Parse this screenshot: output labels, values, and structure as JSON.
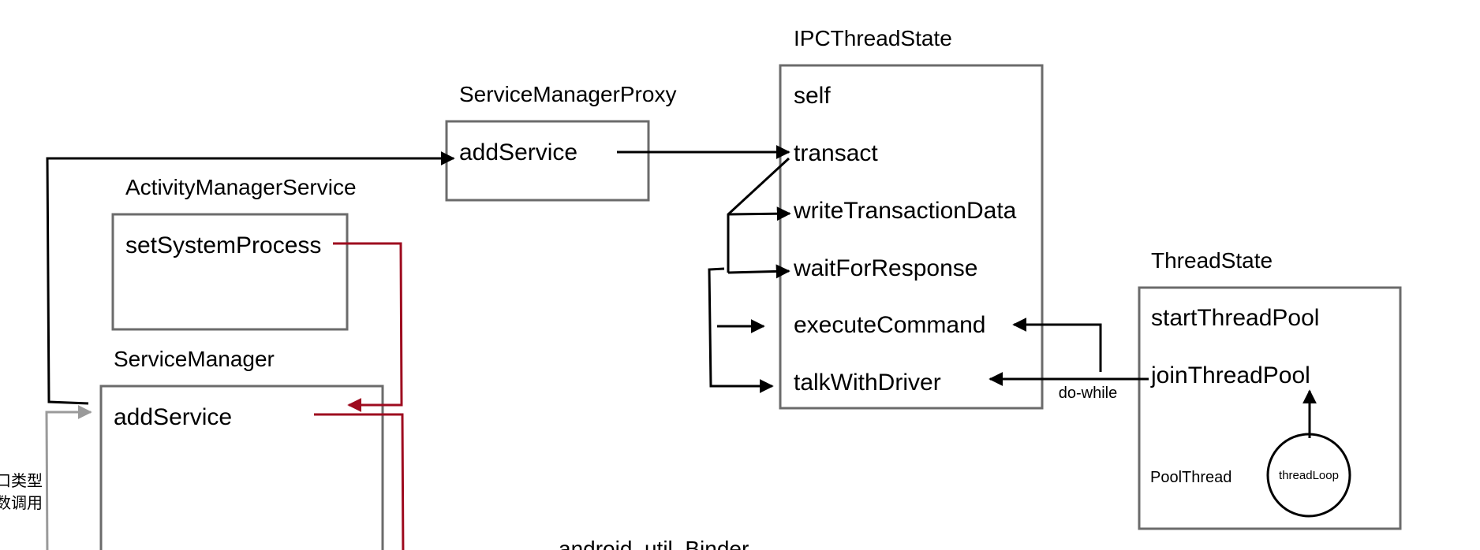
{
  "nodes": {
    "service_manager_proxy": {
      "title": "ServiceManagerProxy",
      "methods": [
        "addService"
      ]
    },
    "ipc_thread_state": {
      "title": "IPCThreadState",
      "methods": [
        "self",
        "transact",
        "writeTransactionData",
        "waitForResponse",
        "executeCommand",
        "talkWithDriver"
      ]
    },
    "activity_manager_service": {
      "title": "ActivityManagerService",
      "methods": [
        "setSystemProcess"
      ]
    },
    "service_manager": {
      "title": "ServiceManager",
      "methods": [
        "addService"
      ]
    },
    "thread_state": {
      "title": "ThreadState",
      "methods": [
        "startThreadPool",
        "joinThreadPool"
      ],
      "inner_label": "PoolThread",
      "circle_label": "threadLoop"
    },
    "android_util_binder": {
      "title": "android_util_Binder"
    }
  },
  "edge_labels": {
    "do_while": "do-while"
  },
  "side_note": {
    "line1": "口类型",
    "line2": "数调用"
  },
  "colors": {
    "box_stroke": "#6b6b6b",
    "arrow_black": "#000000",
    "arrow_red": "#9e0b1f",
    "arrow_gray": "#9a9a9a"
  }
}
